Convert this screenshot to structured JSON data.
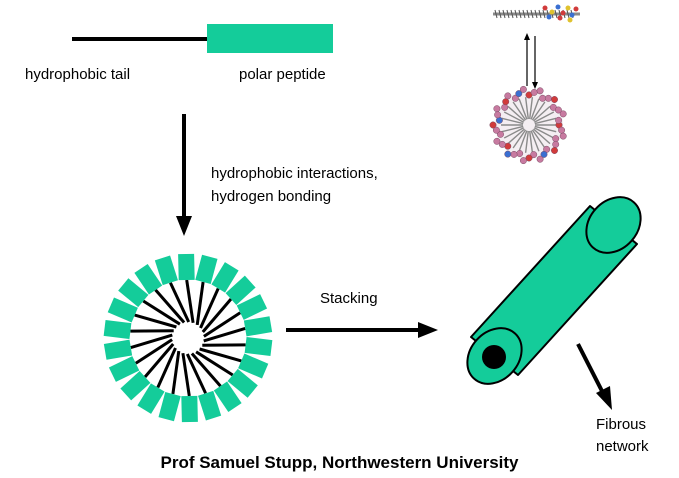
{
  "labels": {
    "hydrophobic_tail": "hydrophobic tail",
    "polar_peptide": "polar peptide",
    "interactions_line1": "hydrophobic interactions,",
    "interactions_line2": "hydrogen bonding",
    "stacking": "Stacking",
    "fibrous_line1": "Fibrous",
    "fibrous_line2": "network"
  },
  "credit": "Prof Samuel Stupp, Northwestern University",
  "colors": {
    "peptide": "#14cc9a",
    "line": "#000000",
    "background": "#ffffff",
    "molecule_pink": "#c77aa0",
    "molecule_grey": "#8a8a8a"
  }
}
